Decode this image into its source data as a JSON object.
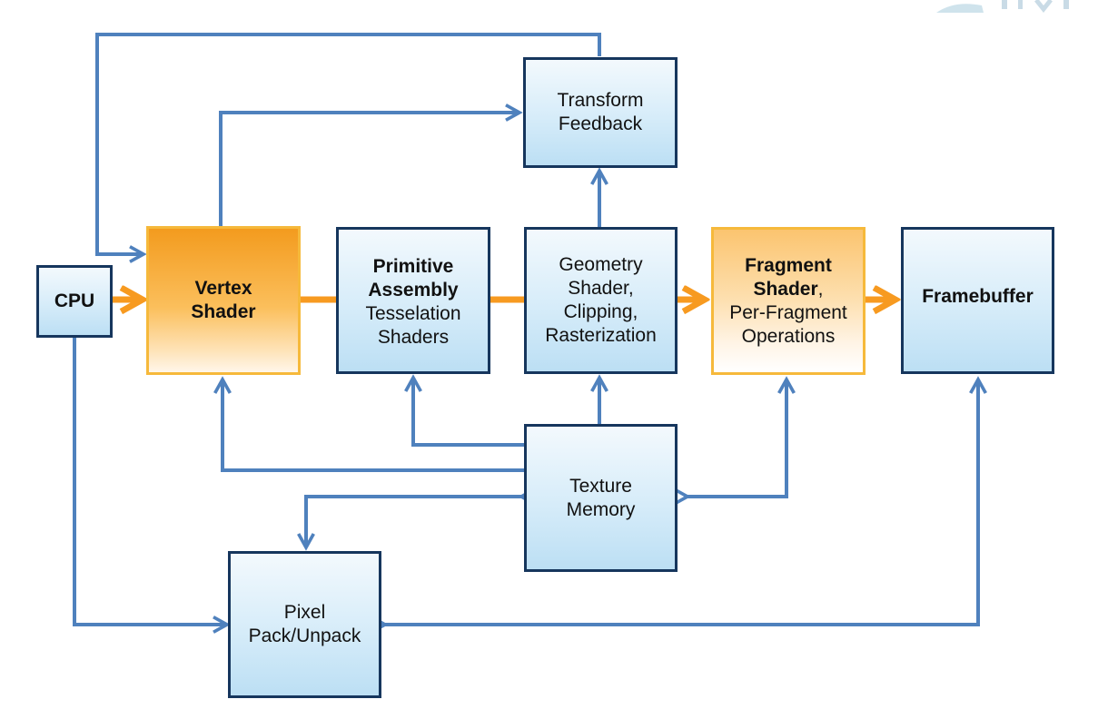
{
  "nodes": {
    "cpu": {
      "label": "CPU"
    },
    "vertex": {
      "line1": "Vertex",
      "line2": "Shader"
    },
    "primitive": {
      "line1": "Primitive",
      "line2": "Assembly",
      "line3": "Tesselation",
      "line4": "Shaders"
    },
    "geometry": {
      "line1": "Geometry",
      "line2": "Shader,",
      "line3": "Clipping,",
      "line4": "Rasterization"
    },
    "fragment": {
      "line1": "Fragment",
      "line2": "Shader",
      "line2b": ",",
      "line3": "Per-Fragment",
      "line4": "Operations"
    },
    "framebuffer": {
      "label": "Framebuffer"
    },
    "transform": {
      "line1": "Transform",
      "line2": "Feedback"
    },
    "texture": {
      "line1": "Texture",
      "line2": "Memory"
    },
    "pixel": {
      "line1": "Pixel",
      "line2": "Pack/Unpack"
    }
  },
  "colors": {
    "flow_arrow": "#4f81bd",
    "pipeline_arrow": "#f79a20",
    "blue_border": "#16365d",
    "orange_border": "#f6b93b"
  }
}
